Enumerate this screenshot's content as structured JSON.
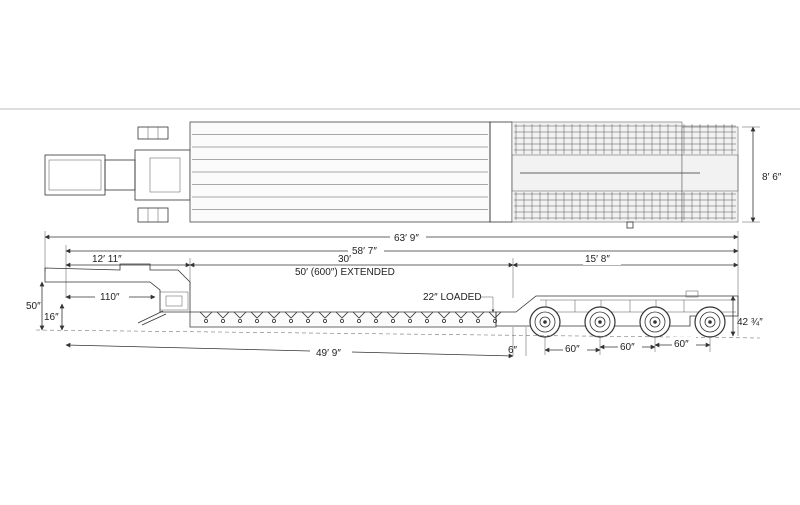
{
  "top_view": {
    "width_label": "8′ 6″"
  },
  "dimensions": {
    "overall_length": "63′ 9″",
    "deck_to_rear": "58′ 7″",
    "gooseneck_length": "12′ 11″",
    "well_length": "30′",
    "well_extended": "50′ (600″) EXTENDED",
    "rear_section": "15′ 8″",
    "gooseneck_inner": "110″",
    "kingpin_height": "50″",
    "fifth_wheel_height": "16″",
    "loaded_height": "22″ LOADED",
    "rear_deck_height": "42 ¾″",
    "deck_length": "49′ 9″",
    "drop_offset": "6″",
    "axle_spacing_1": "60″",
    "axle_spacing_2": "60″",
    "axle_spacing_3": "60″"
  }
}
